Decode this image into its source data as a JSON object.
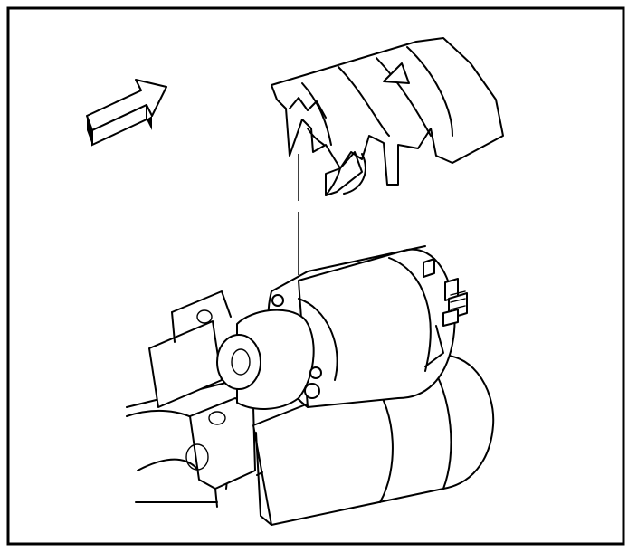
{
  "figure": {
    "description_labels": [],
    "colors": {
      "ink": "#000000",
      "paper": "#ffffff"
    },
    "icons": {
      "direction_arrow": "direction-arrow-icon",
      "heat_shield": "heat-shield",
      "starter_motor": "starter-motor",
      "engine_block": "engine-block"
    }
  }
}
